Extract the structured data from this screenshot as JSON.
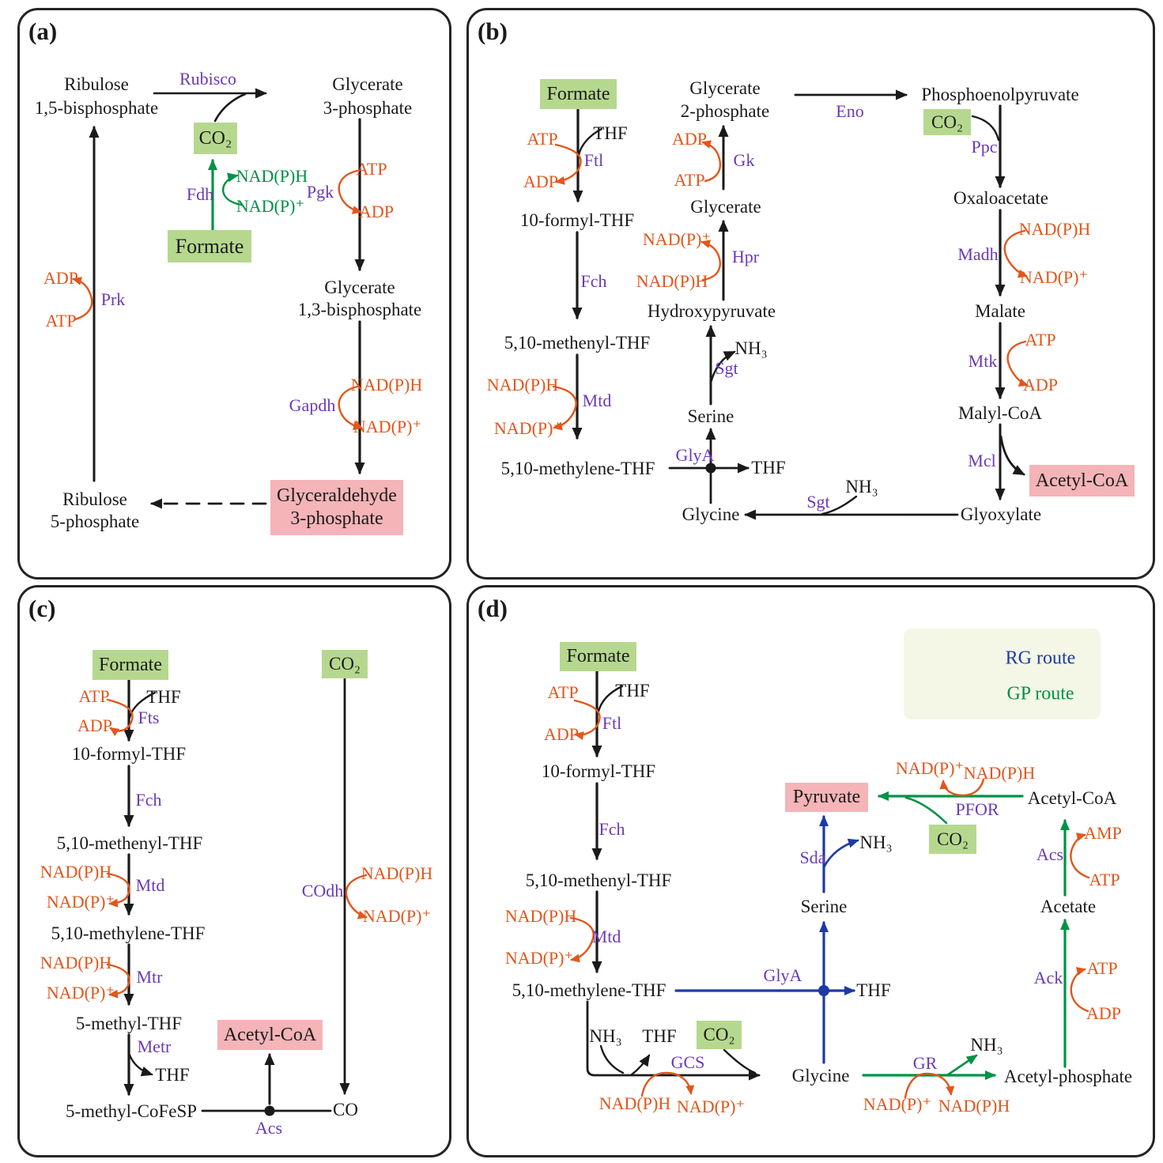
{
  "figure": {
    "panels": {
      "a": {
        "letter": "(a)"
      },
      "b": {
        "letter": "(b)"
      },
      "c": {
        "letter": "(c)"
      },
      "d": {
        "letter": "(d)"
      }
    }
  },
  "terms": {
    "formate": "Formate",
    "co2": "CO₂",
    "co": "CO",
    "atp": "ATP",
    "adp": "ADP",
    "amp": "AMP",
    "thf": "THF",
    "nadph": "NAD(P)H",
    "nadp": "NAD(P)⁺",
    "nh3": "NH₃",
    "ribulose": "Ribulose",
    "bp15": "1,5-bisphosphate",
    "p5": "5-phosphate",
    "glycerate": "Glycerate",
    "p3": "3-phosphate",
    "bp13": "1,3-bisphosphate",
    "p2": "2-phosphate",
    "glyceraldehyde": "Glyceraldehyde",
    "tenformyl": "10-formyl-THF",
    "methenyl": "5,10-methenyl-THF",
    "methylene": "5,10-methylene-THF",
    "methylthf": "5-methyl-THF",
    "cofesp": "5-methyl-CoFeSP",
    "serine": "Serine",
    "glycine": "Glycine",
    "hydroxypyruvate": "Hydroxypyruvate",
    "pep": "Phosphoenolpyruvate",
    "oxaloacetate": "Oxaloacetate",
    "malate": "Malate",
    "malylcoa": "Malyl-CoA",
    "glyoxylate": "Glyoxylate",
    "acetylcoa": "Acetyl-CoA",
    "pyruvate": "Pyruvate",
    "acetate": "Acetate",
    "acetylphosphate": "Acetyl-phosphate"
  },
  "enzymes": {
    "rubisco": "Rubisco",
    "fdh": "Fdh",
    "pgk": "Pgk",
    "gapdh": "Gapdh",
    "prk": "Prk",
    "ftl": "Ftl",
    "fts": "Fts",
    "fch": "Fch",
    "mtd": "Mtd",
    "mtr": "Mtr",
    "metr": "Metr",
    "glya": "GlyA",
    "sgt": "Sgt",
    "hpr": "Hpr",
    "gk": "Gk",
    "eno": "Eno",
    "ppc": "Ppc",
    "madh": "Madh",
    "mtk": "Mtk",
    "mcl": "Mcl",
    "codh": "COdh",
    "acs": "Acs",
    "gcs": "GCS",
    "sda": "Sda",
    "pfor": "PFOR",
    "gr": "GR",
    "ack": "Ack"
  },
  "legend": {
    "rg": "RG route",
    "gp": "GP route"
  },
  "colors": {
    "substrate_box_green": "#b6d88e",
    "product_box_pink": "#f4b4b8",
    "legend_background": "#f4f7e5",
    "cofactor_orange": "#e2561b",
    "enzyme_purple": "#6a3ab5",
    "green_route": "#009245",
    "blue_route": "#1c3aa5",
    "line_black": "#1a1a1a"
  }
}
